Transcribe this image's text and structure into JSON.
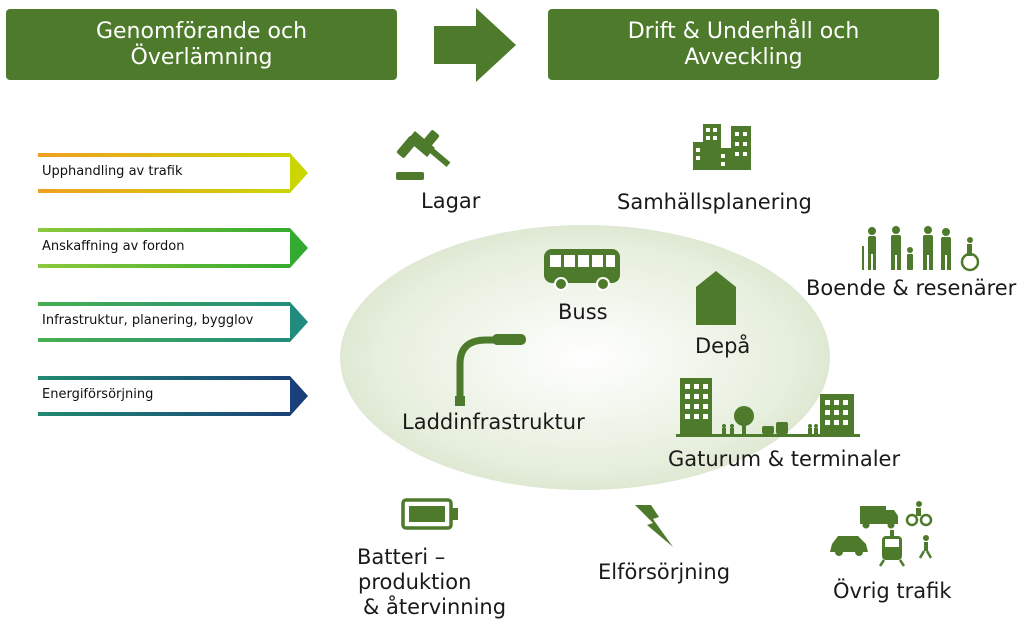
{
  "headers": {
    "left": {
      "line1": "Genomförande och",
      "line2": "Överlämning"
    },
    "right": {
      "line1": "Drift & Underhåll och",
      "line2": "Avveckling"
    }
  },
  "pills": [
    {
      "label": "Upphandling av trafik",
      "color": "#e8a317",
      "accent": "#c8d400"
    },
    {
      "label": "Anskaffning av fordon",
      "color": "#7cc242",
      "accent": "#3aa935"
    },
    {
      "label": "Infrastruktur, planering, bygglov",
      "color": "#2e9e6e",
      "accent": "#1f8a7a"
    },
    {
      "label": "Energiförsörjning",
      "color": "#1f6e8a",
      "accent": "#1a3f7a"
    }
  ],
  "labels": {
    "lagar": "Lagar",
    "samhallsplanering": "Samhällsplanering",
    "boende": "Boende & resenärer",
    "buss": "Buss",
    "depa": "Depå",
    "laddinfra": "Laddinfrastruktur",
    "gaturum": "Gaturum & terminaler",
    "batteri1": "Batteri –",
    "batteri2": "produktion",
    "batteri3": "& återvinning",
    "elforsorjning": "Elförsörjning",
    "ovrig": "Övrig trafik"
  },
  "colors": {
    "green": "#4e7a2b"
  }
}
